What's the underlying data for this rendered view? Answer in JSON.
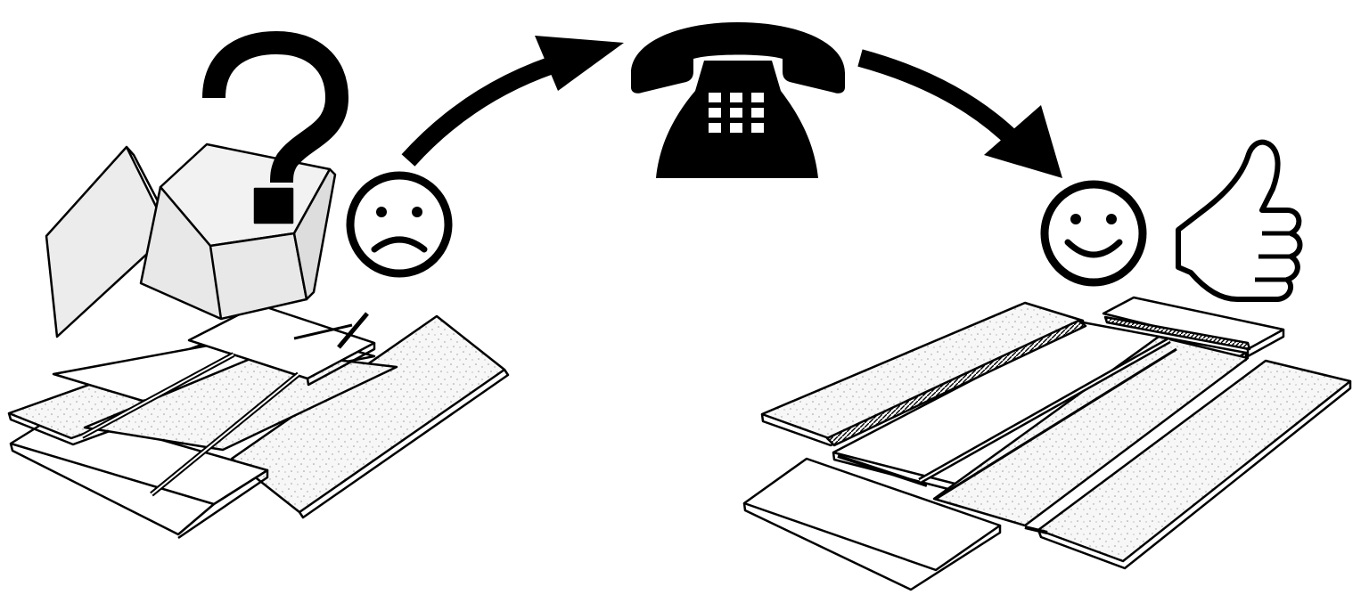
{
  "diagram": {
    "steps": [
      {
        "icon": "messy-boards-and-open-box-icon",
        "mood": "sad"
      },
      {
        "icon": "telephone-icon",
        "mood": "neutral"
      },
      {
        "icon": "assembled-boards-icon",
        "mood": "happy"
      }
    ],
    "colors": {
      "ink": "#000000",
      "paper": "#ffffff",
      "box_fill": "#eeeeee",
      "board_fill": "#f5f5f5",
      "speckle": "#9a9a9a"
    }
  }
}
